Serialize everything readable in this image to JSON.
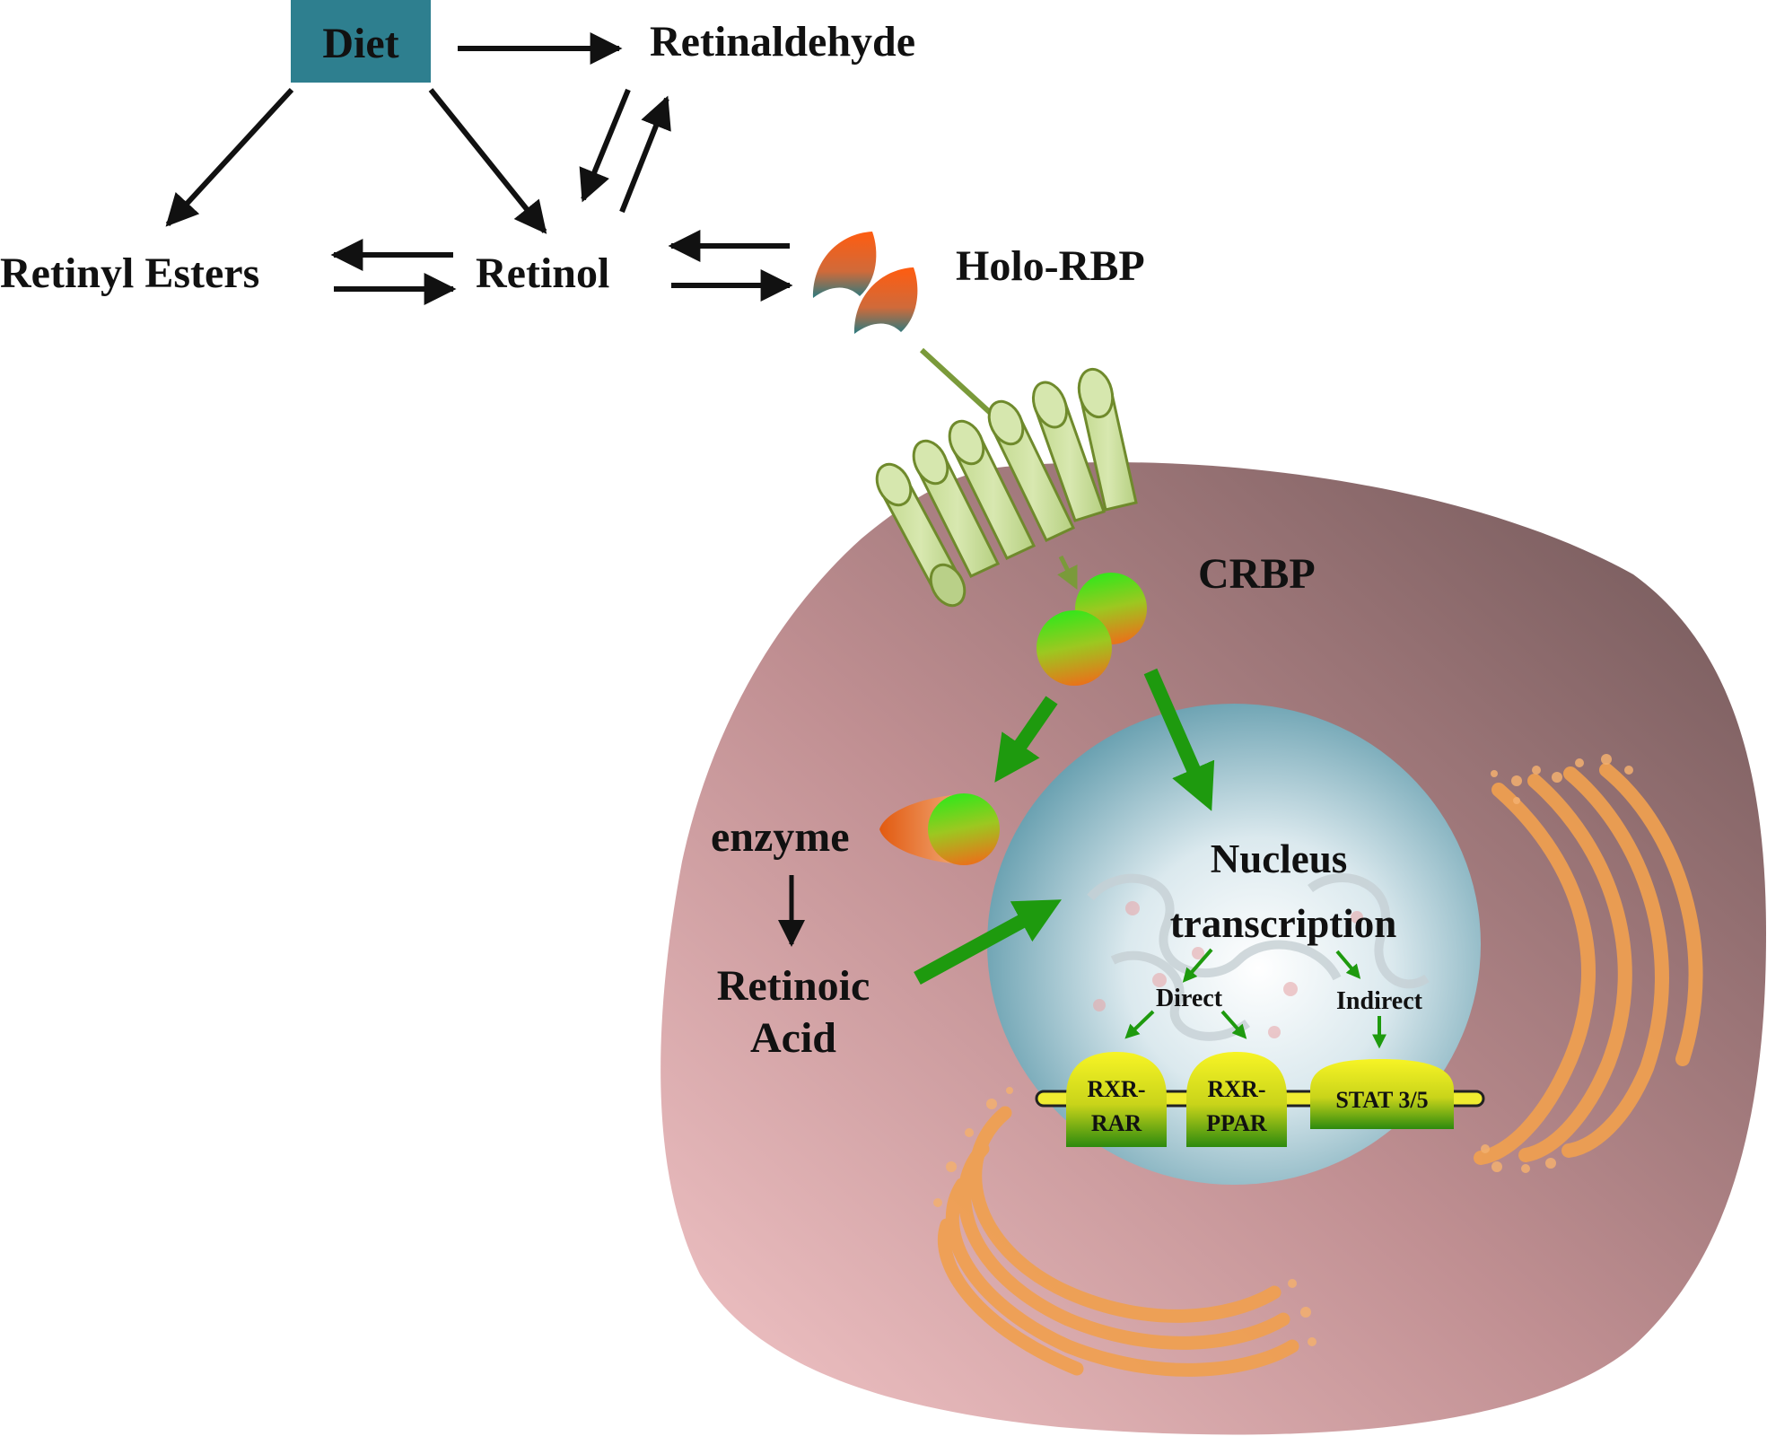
{
  "labels": {
    "diet": "Diet",
    "retinaldehyde": "Retinaldehyde",
    "retinyl_esters": "Retinyl  Esters",
    "retinol": "Retinol",
    "holo_rbp": "Holo-RBP",
    "crbp": "CRBP",
    "enzyme": "enzyme",
    "retinoic_acid_line1": "Retinoic",
    "retinoic_acid_line2": "Acid",
    "nucleus_line1": "Nucleus",
    "nucleus_line2": "transcription",
    "direct": "Direct",
    "indirect": "Indirect",
    "rxr_rar_line1": "RXR-",
    "rxr_rar_line2": "RAR",
    "rxr_ppar_line1": "RXR-",
    "rxr_ppar_line2": "PPAR",
    "stat": "STAT 3/5"
  },
  "colors": {
    "diet_box": "#2e7f8f",
    "black_arrow": "#111111",
    "green_arrow": "#1e9a0e",
    "receptor": "#c6dc96",
    "nucleus": "#8fb8c4",
    "cell_dark": "#7d5f60",
    "cell_light": "#f0c2c4",
    "organelle": "#f0a050",
    "transcription_factor": "#f2ee20"
  }
}
